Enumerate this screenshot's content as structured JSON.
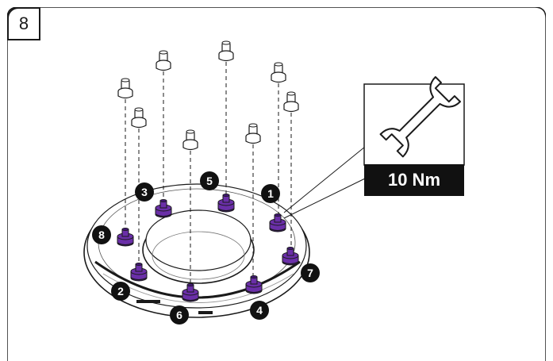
{
  "step": {
    "number": "8"
  },
  "torque": {
    "value": "10 Nm",
    "tool_icon": "wrench-icon"
  },
  "sequence": {
    "badges": [
      "1",
      "2",
      "3",
      "4",
      "5",
      "6",
      "7",
      "8"
    ]
  },
  "colors": {
    "nut": "#6a2fa8",
    "nut_dark": "#3f1870",
    "frame": "#1a1a1a"
  }
}
